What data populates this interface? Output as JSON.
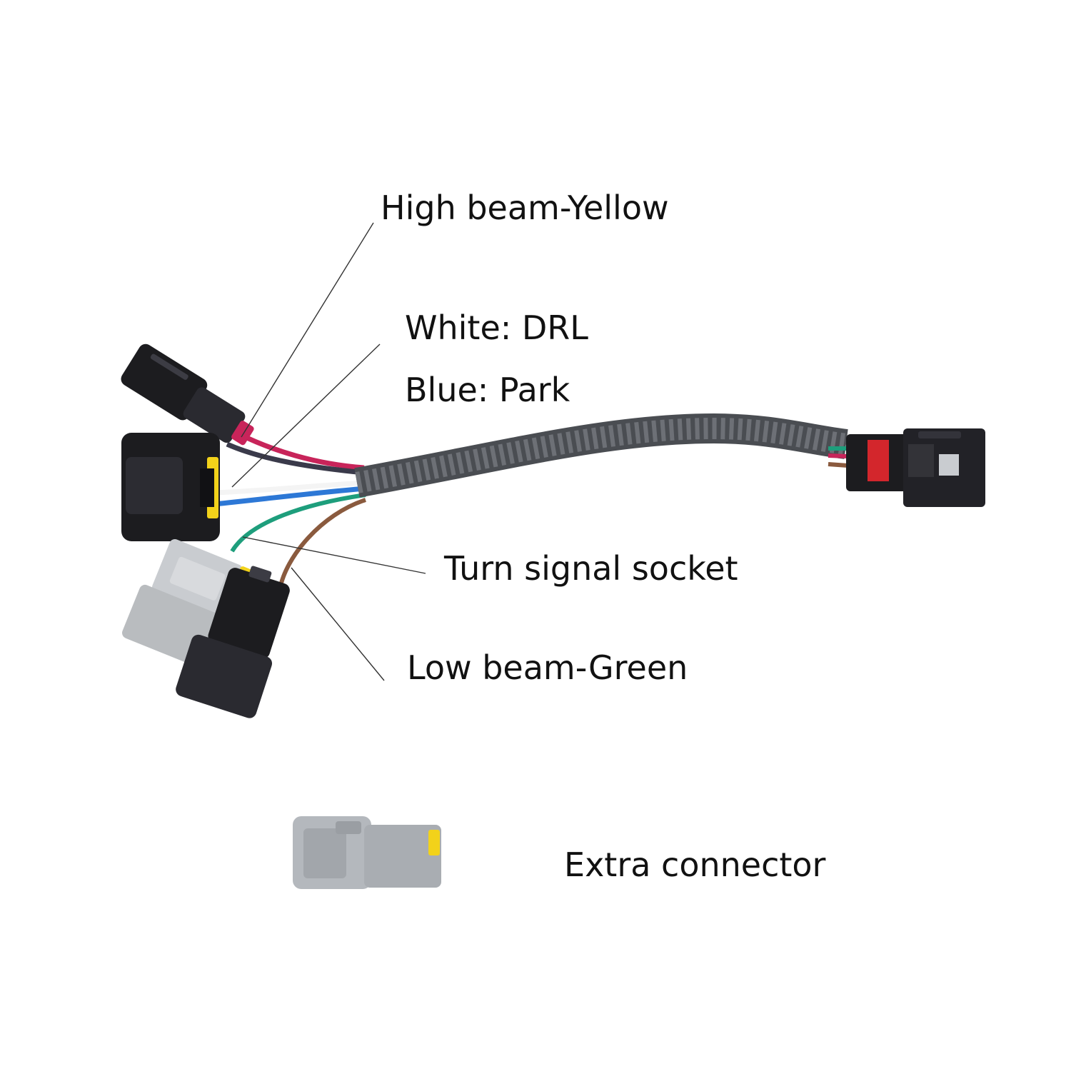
{
  "labels": {
    "high_beam": "High beam-Yellow",
    "white_drl": "White: DRL",
    "blue_park": "Blue: Park",
    "turn_signal": "Turn signal socket",
    "low_beam": "Low beam-Green",
    "extra_connector": "Extra connector"
  },
  "colors": {
    "background": "#ffffff",
    "text": "#111111",
    "leader_line": "#333333",
    "connector_black": "#1c1c1f",
    "connector_gray": "#b9bcbf",
    "conduit": "#5b5e63",
    "wire_red": "#c8245a",
    "wire_black": "#3a3a4a",
    "wire_white": "#f4f4f4",
    "wire_blue": "#2d78d6",
    "wire_green": "#1e9e7c",
    "wire_brown": "#8a5a3e",
    "latch_red": "#d3262c",
    "seal_yellow": "#f2d21a"
  },
  "icons": [
    "harness-connector-black",
    "headlight-socket",
    "gray-connector",
    "extra-connector"
  ]
}
